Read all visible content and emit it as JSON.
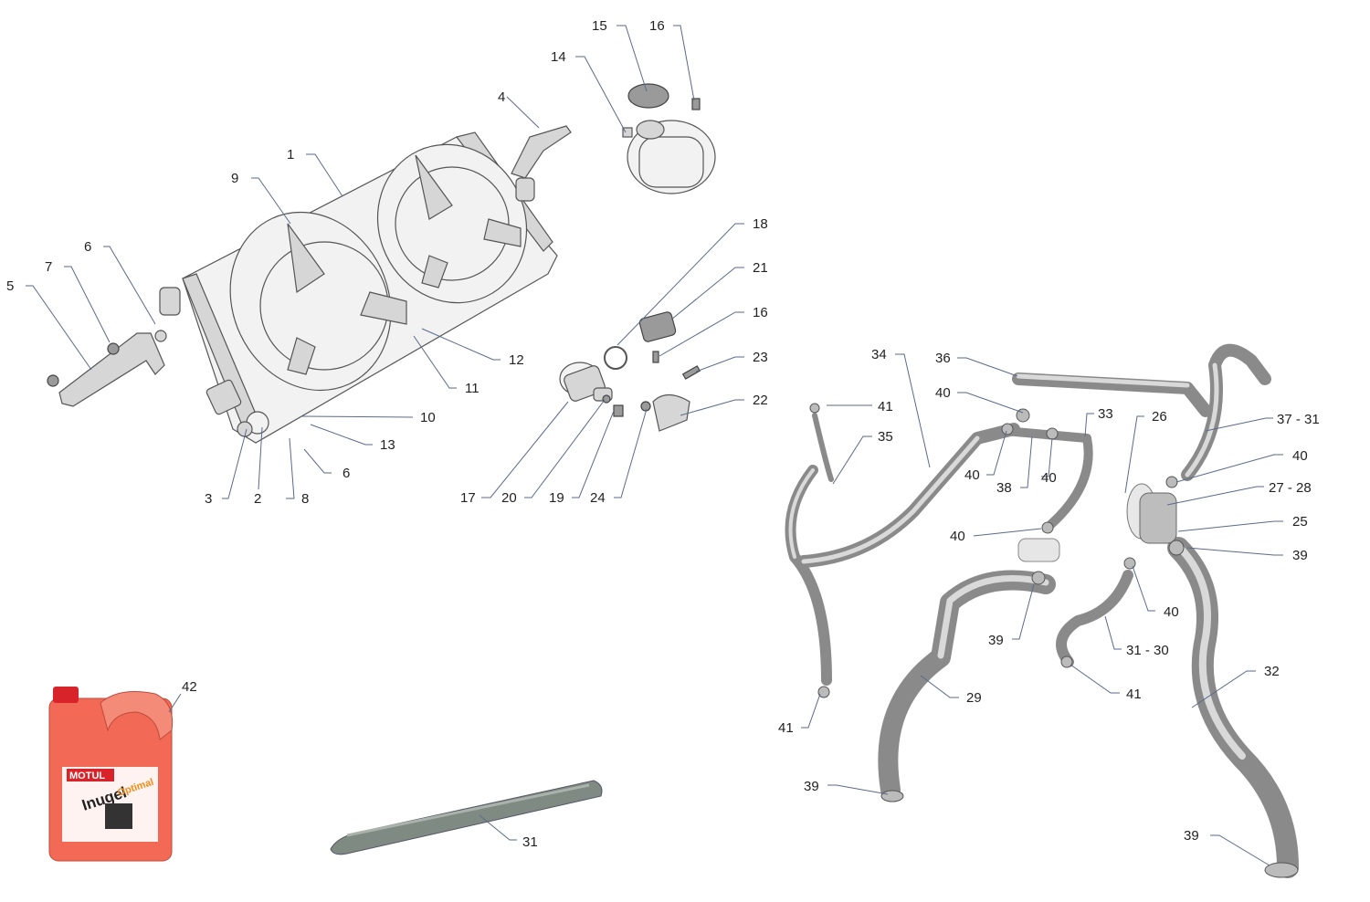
{
  "diagram": {
    "callouts": [
      {
        "id": "c15",
        "label": "15"
      },
      {
        "id": "c16a",
        "label": "16"
      },
      {
        "id": "c14",
        "label": "14"
      },
      {
        "id": "c4",
        "label": "4"
      },
      {
        "id": "c1",
        "label": "1"
      },
      {
        "id": "c9",
        "label": "9"
      },
      {
        "id": "c6a",
        "label": "6"
      },
      {
        "id": "c7",
        "label": "7"
      },
      {
        "id": "c5",
        "label": "5"
      },
      {
        "id": "c18",
        "label": "18"
      },
      {
        "id": "c21",
        "label": "21"
      },
      {
        "id": "c16b",
        "label": "16"
      },
      {
        "id": "c23",
        "label": "23"
      },
      {
        "id": "c22",
        "label": "22"
      },
      {
        "id": "c12",
        "label": "12"
      },
      {
        "id": "c11",
        "label": "11"
      },
      {
        "id": "c10",
        "label": "10"
      },
      {
        "id": "c13",
        "label": "13"
      },
      {
        "id": "c6b",
        "label": "6"
      },
      {
        "id": "c3",
        "label": "3"
      },
      {
        "id": "c2",
        "label": "2"
      },
      {
        "id": "c8",
        "label": "8"
      },
      {
        "id": "c17",
        "label": "17"
      },
      {
        "id": "c20",
        "label": "20"
      },
      {
        "id": "c19",
        "label": "19"
      },
      {
        "id": "c24",
        "label": "24"
      },
      {
        "id": "c34",
        "label": "34"
      },
      {
        "id": "c36",
        "label": "36"
      },
      {
        "id": "c40a",
        "label": "40"
      },
      {
        "id": "c41a",
        "label": "41"
      },
      {
        "id": "c33",
        "label": "33"
      },
      {
        "id": "c26",
        "label": "26"
      },
      {
        "id": "c37",
        "label": "37 - 31"
      },
      {
        "id": "c35",
        "label": "35"
      },
      {
        "id": "c40b",
        "label": "40"
      },
      {
        "id": "c38",
        "label": "38"
      },
      {
        "id": "c40c",
        "label": "40"
      },
      {
        "id": "c40d",
        "label": "40"
      },
      {
        "id": "c2728",
        "label": "27 - 28"
      },
      {
        "id": "c40e",
        "label": "40"
      },
      {
        "id": "c25",
        "label": "25"
      },
      {
        "id": "c39a",
        "label": "39"
      },
      {
        "id": "c40f",
        "label": "40"
      },
      {
        "id": "c39b",
        "label": "39"
      },
      {
        "id": "c3130",
        "label": "31 - 30"
      },
      {
        "id": "c32",
        "label": "32"
      },
      {
        "id": "c41b",
        "label": "41"
      },
      {
        "id": "c29",
        "label": "29"
      },
      {
        "id": "c41c",
        "label": "41"
      },
      {
        "id": "c39c",
        "label": "39"
      },
      {
        "id": "c39d",
        "label": "39"
      },
      {
        "id": "c42",
        "label": "42"
      },
      {
        "id": "c31",
        "label": "31"
      }
    ],
    "product": {
      "brand": "MOTUL",
      "name": "Inugel",
      "variant": "Optimal",
      "color": "#f26a55",
      "cap_color": "#d8232a"
    }
  }
}
